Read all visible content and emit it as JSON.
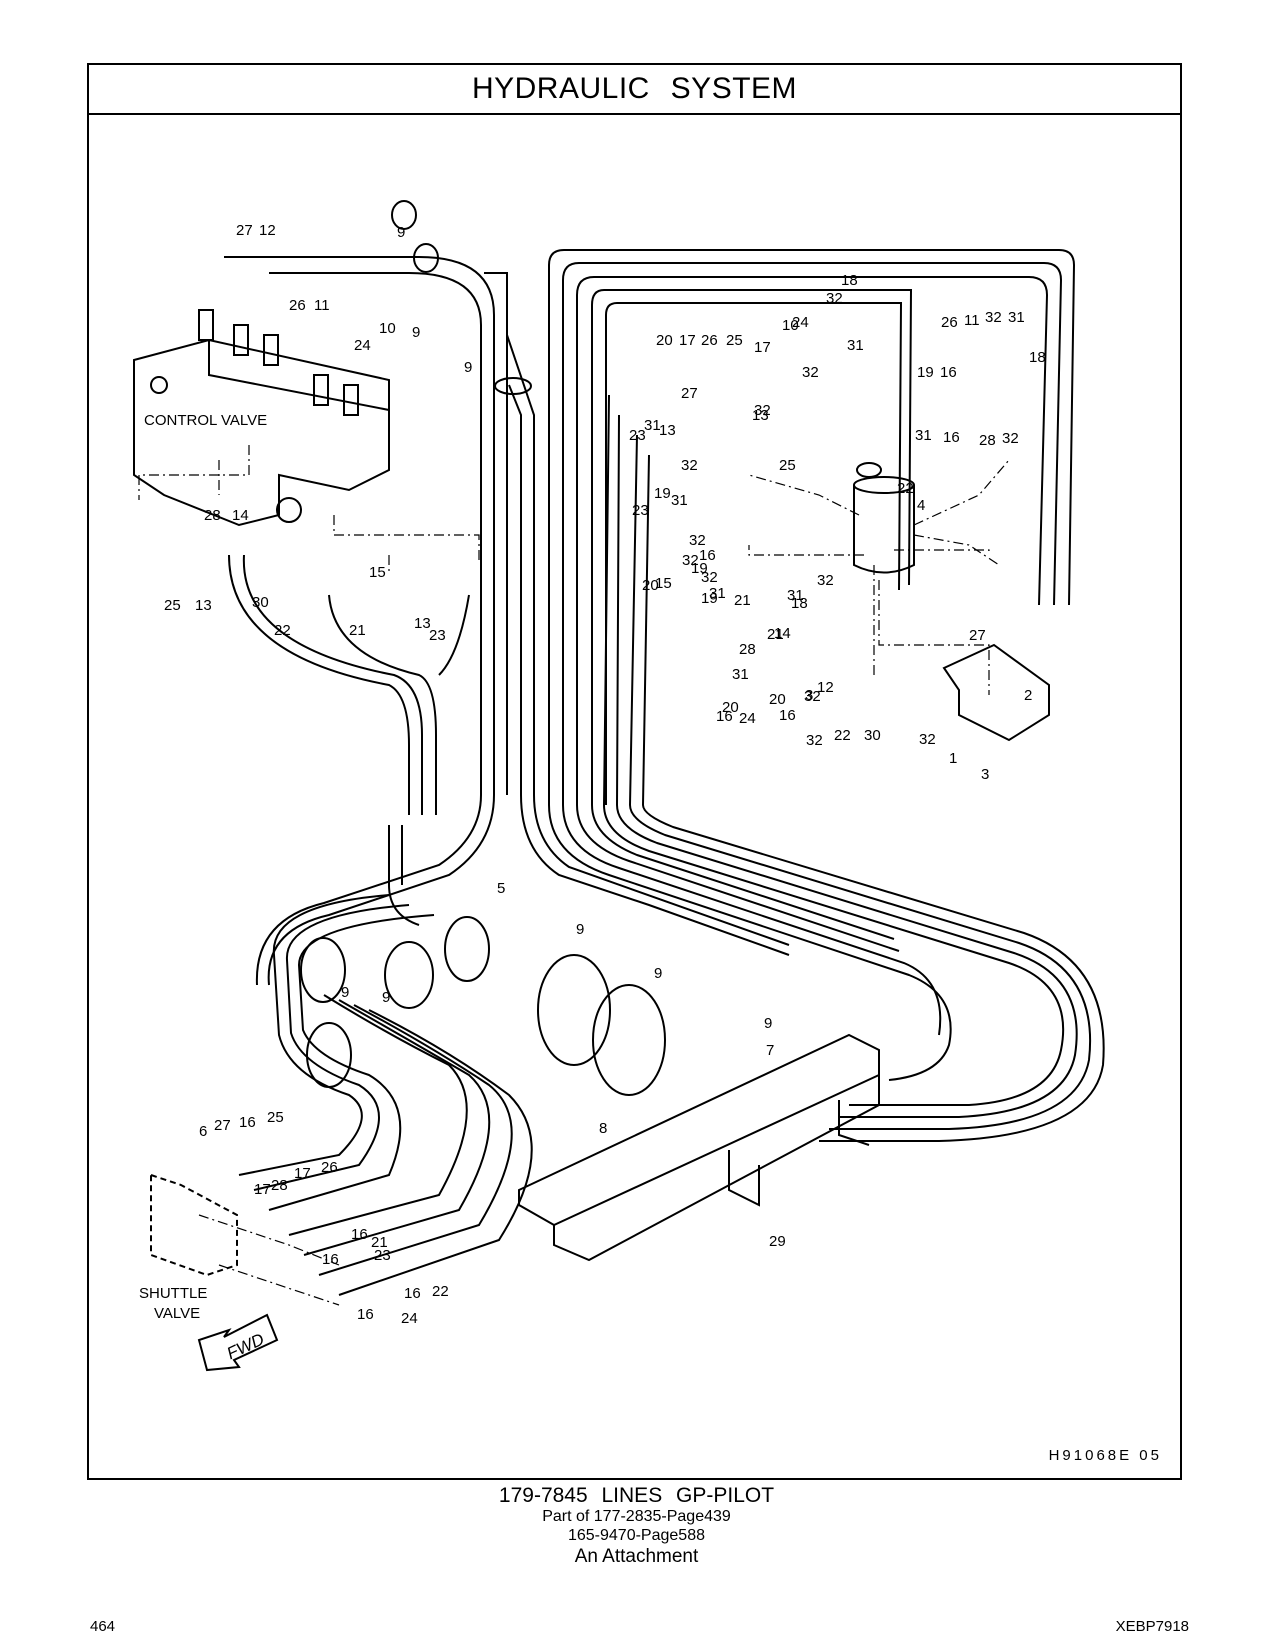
{
  "header": {
    "title": "HYDRAULIC SYSTEM"
  },
  "labels": {
    "control_valve": "CONTROL VALVE",
    "shuttle_valve_1": "SHUTTLE",
    "shuttle_valve_2": "VALVE",
    "fwd": "FWD"
  },
  "drawing_code": "H91068E  05",
  "caption": {
    "line1": "179-7845 LINES GP-PILOT",
    "line2": "Part of 177-2835-Page439",
    "line3": "165-9470-Page588",
    "line4": "An Attachment"
  },
  "footer": {
    "page_number": "464",
    "document_code": "XEBP7918"
  },
  "callouts": [
    "27",
    "12",
    "9",
    "26",
    "11",
    "10",
    "9",
    "24",
    "9",
    "28",
    "14",
    "25",
    "13",
    "30",
    "22",
    "15",
    "21",
    "13",
    "23",
    "18",
    "32",
    "24",
    "10",
    "31",
    "26",
    "11",
    "32",
    "31",
    "18",
    "20",
    "17",
    "26",
    "25",
    "17",
    "32",
    "19",
    "16",
    "27",
    "32",
    "31",
    "16",
    "28",
    "32",
    "31",
    "13",
    "23",
    "13",
    "32",
    "25",
    "31",
    "19",
    "32",
    "23",
    "16",
    "19",
    "32",
    "22",
    "4",
    "31",
    "32",
    "20",
    "15",
    "19",
    "21",
    "31",
    "18",
    "32",
    "14",
    "28",
    "21",
    "31",
    "20",
    "32",
    "12",
    "27",
    "2",
    "3",
    "20",
    "16",
    "24",
    "16",
    "32",
    "22",
    "30",
    "32",
    "1",
    "3",
    "5",
    "9",
    "9",
    "9",
    "9",
    "9",
    "7",
    "8",
    "29",
    "6",
    "27",
    "16",
    "25",
    "17",
    "26",
    "17",
    "28",
    "16",
    "21",
    "16",
    "23",
    "16",
    "22",
    "16",
    "24",
    "16",
    "31",
    "20",
    "31",
    "16",
    "19",
    "31"
  ]
}
